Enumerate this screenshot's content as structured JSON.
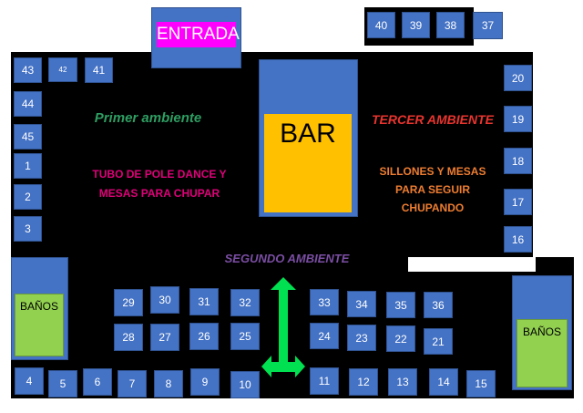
{
  "entrance": {
    "label": "ENTRADA",
    "label_bg": "#ff00ff",
    "label_color": "#ffffff"
  },
  "bar": {
    "label": "BAR",
    "color": "#ffc000",
    "frame_color": "#4472c4"
  },
  "zones": {
    "first": {
      "title": "Primer ambiente",
      "color": "#2e9e62",
      "description_line1": "TUBO DE POLE DANCE Y",
      "description_line2": "MESAS PARA CHUPAR",
      "description_color": "#e0007a"
    },
    "second": {
      "title": "SEGUNDO AMBIENTE",
      "color": "#7a4ea3"
    },
    "third": {
      "title": "TERCER AMBIENTE",
      "color": "#e8342e",
      "description_line1": "SILLONES Y MESAS",
      "description_line2": "PARA SEGUIR",
      "description_line3": "CHUPANDO",
      "description_color": "#ed7d31"
    }
  },
  "restrooms": {
    "left_label": "BAÑOS",
    "right_label": "BAÑOS",
    "color": "#92d050"
  },
  "arrow_color": "#00e050",
  "tables": {
    "t1": "1",
    "t2": "2",
    "t3": "3",
    "t4": "4",
    "t5": "5",
    "t6": "6",
    "t7": "7",
    "t8": "8",
    "t9": "9",
    "t10": "10",
    "t11": "11",
    "t12": "12",
    "t13": "13",
    "t14": "14",
    "t15": "15",
    "t16": "16",
    "t17": "17",
    "t18": "18",
    "t19": "19",
    "t20": "20",
    "t21": "21",
    "t22": "22",
    "t23": "23",
    "t24": "24",
    "t25": "25",
    "t26": "26",
    "t27": "27",
    "t28": "28",
    "t29": "29",
    "t30": "30",
    "t31": "31",
    "t32": "32",
    "t33": "33",
    "t34": "34",
    "t35": "35",
    "t36": "36",
    "t37": "37",
    "t38": "38",
    "t39": "39",
    "t40": "40",
    "t41": "41",
    "t42": "42",
    "t43": "43",
    "t44": "44",
    "t45": "45"
  },
  "table_color": "#4472c4"
}
